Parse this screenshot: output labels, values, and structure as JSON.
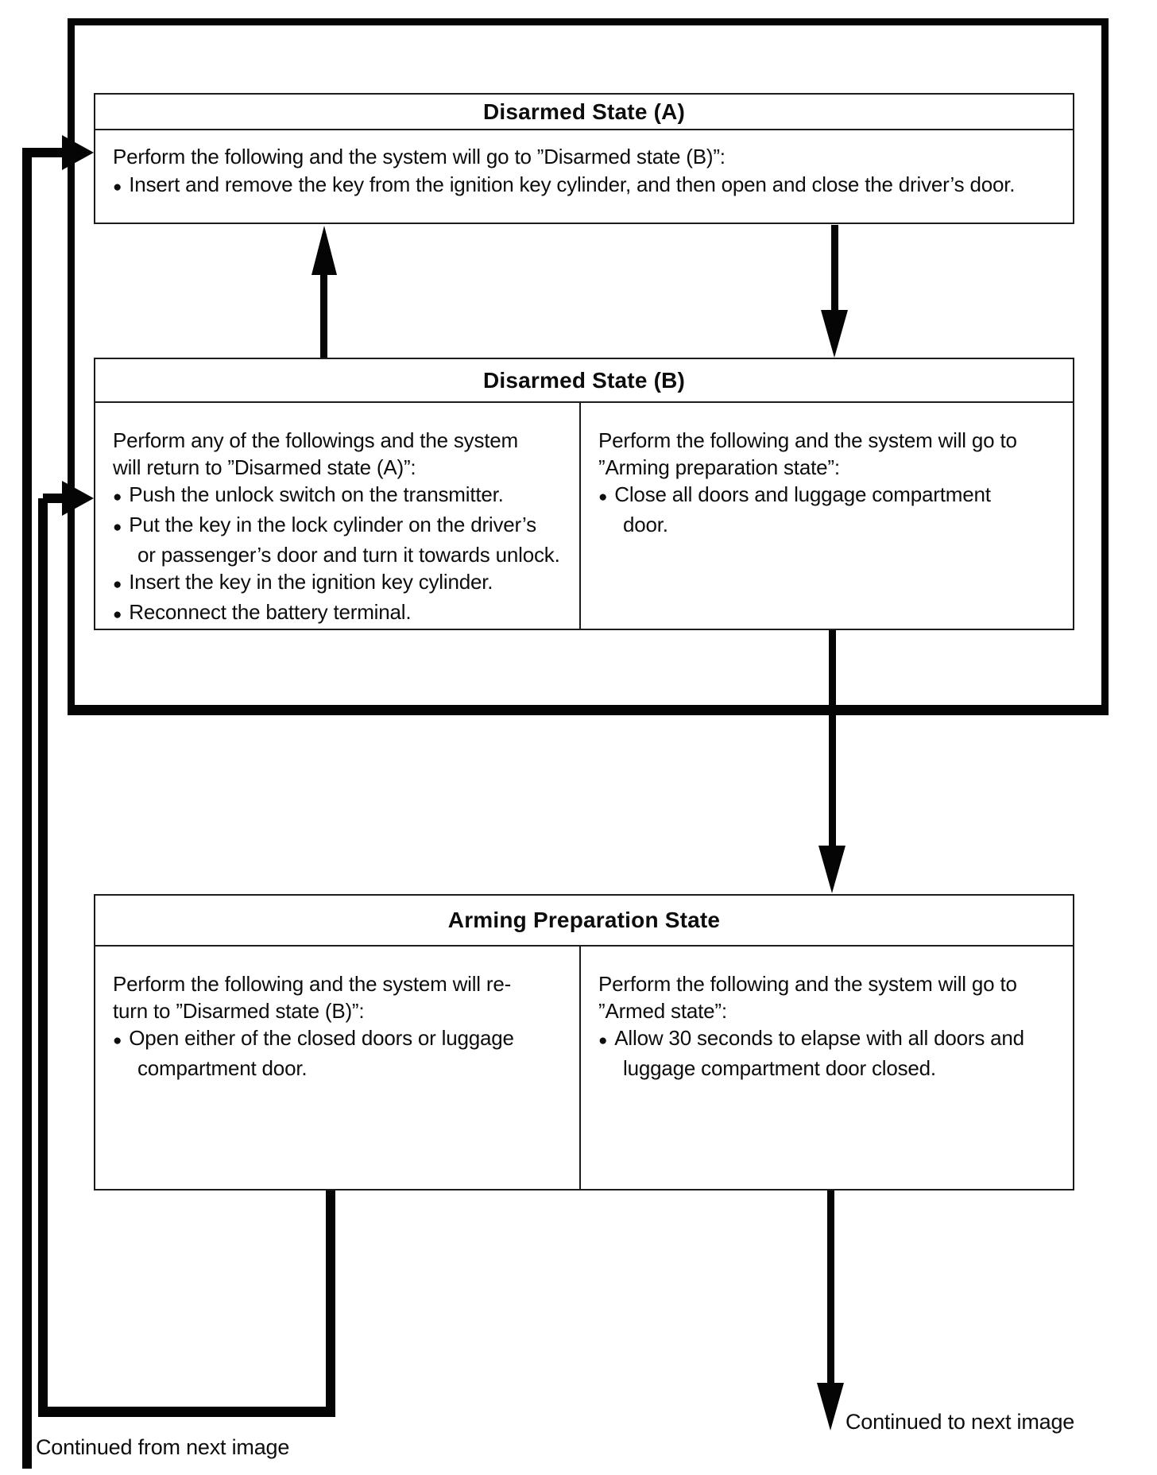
{
  "page": {
    "background": "#ffffff",
    "ink": "#050505"
  },
  "captions": {
    "from_next": "Continued from next image",
    "to_next": "Continued to next image"
  },
  "boxes": [
    {
      "id": "disarmed-state-a",
      "title": "Disarmed State (A)",
      "full": {
        "lines": [
          {
            "t": "text",
            "s": "Perform the following and the system will go to ”Disarmed state (B)”:"
          },
          {
            "t": "bullet",
            "s": "Insert and remove the key from the ignition key cylinder, and then open and close the driver’s door."
          }
        ]
      }
    },
    {
      "id": "disarmed-state-b",
      "title": "Disarmed State (B)",
      "left": {
        "lines": [
          {
            "t": "text",
            "s": "Perform any of the followings and the system"
          },
          {
            "t": "text",
            "s": "will return to ”Disarmed state (A)”:"
          },
          {
            "t": "bullet",
            "s": "Push the unlock switch on the transmitter."
          },
          {
            "t": "bullet",
            "s": "Put the key in the lock cylinder on the driver’s"
          },
          {
            "t": "cont",
            "s": "or passenger’s door and turn it towards unlock."
          },
          {
            "t": "bullet",
            "s": "Insert the key in the ignition key cylinder."
          },
          {
            "t": "bullet",
            "s": "Reconnect the battery terminal."
          }
        ]
      },
      "right": {
        "lines": [
          {
            "t": "text",
            "s": "Perform the following and the system will go to"
          },
          {
            "t": "text",
            "s": "”Arming preparation state”:"
          },
          {
            "t": "bullet",
            "s": "Close all doors and luggage compartment"
          },
          {
            "t": "cont",
            "s": "door."
          }
        ]
      }
    },
    {
      "id": "arming-preparation-state",
      "title": "Arming Preparation State",
      "left": {
        "lines": [
          {
            "t": "text",
            "s": "Perform the following and the system will re-"
          },
          {
            "t": "text",
            "s": "turn to ”Disarmed state (B)”:"
          },
          {
            "t": "bullet",
            "s": "Open either of the closed doors or luggage"
          },
          {
            "t": "cont",
            "s": "compartment door."
          }
        ]
      },
      "right": {
        "lines": [
          {
            "t": "text",
            "s": "Perform the following and the system will go to"
          },
          {
            "t": "text",
            "s": "”Armed state”:"
          },
          {
            "t": "bullet",
            "s": "Allow 30 seconds to elapse with all doors and"
          },
          {
            "t": "cont",
            "s": "luggage compartment door closed."
          }
        ]
      }
    }
  ]
}
